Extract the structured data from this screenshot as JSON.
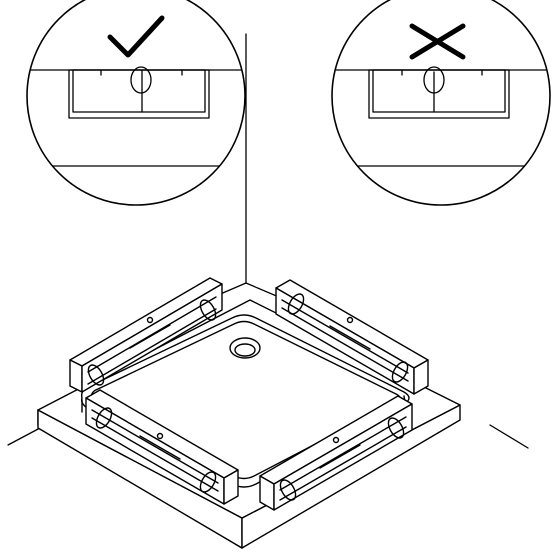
{
  "diagram": {
    "kind": "shower tray levelling instruction",
    "colors": {
      "stroke": "#000000",
      "background": "#ffffff",
      "level_fill": "#ffffff"
    },
    "callouts": [
      {
        "id": "correct",
        "verdict": "check-mark-icon",
        "bubble_position": "centered"
      },
      {
        "id": "incorrect",
        "verdict": "cross-icon",
        "bubble_position": "off-center"
      }
    ],
    "spirit_level_count": 4
  }
}
